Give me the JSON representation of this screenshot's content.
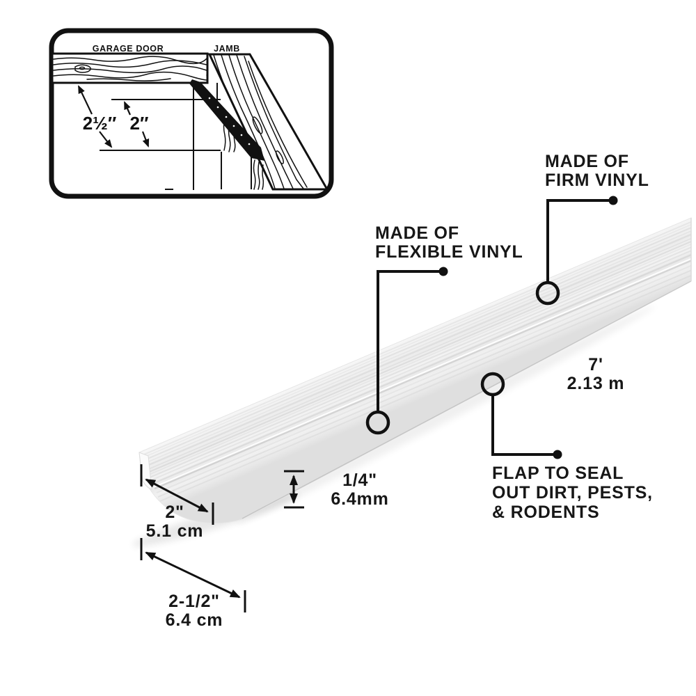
{
  "inset": {
    "garage_door_label": "GARAGE DOOR",
    "jamb_label": "JAMB",
    "offset_dimension": "2½″",
    "gap_dimension": "2″"
  },
  "callouts": {
    "firm_vinyl": {
      "line1": "MADE OF",
      "line2": "FIRM VINYL"
    },
    "flexible_vinyl": {
      "line1": "MADE OF",
      "line2": "FLEXIBLE VINYL"
    },
    "flap": {
      "line1": "FLAP TO SEAL",
      "line2": "OUT DIRT, PESTS,",
      "line3": "& RODENTS"
    }
  },
  "dimensions": {
    "length_imperial": "7'",
    "length_metric": "2.13 m",
    "thickness_imperial": "1/4\"",
    "thickness_metric": "6.4mm",
    "flange_width_imperial": "2\"",
    "flange_width_metric": "5.1 cm",
    "overall_width_imperial": "2-1/2\"",
    "overall_width_metric": "6.4 cm"
  },
  "colors": {
    "ink": "#171717",
    "background": "#ffffff",
    "vinyl_light": "#f4f4f4",
    "vinyl_shadow": "#dedede"
  }
}
